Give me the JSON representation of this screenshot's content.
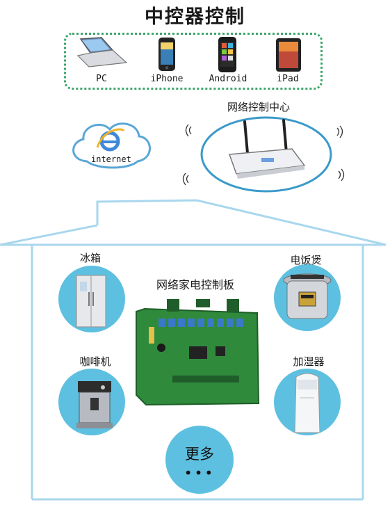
{
  "title": "中控器控制",
  "devices": [
    {
      "label": "PC",
      "icon": "laptop-icon"
    },
    {
      "label": "iPhone",
      "icon": "iphone-icon"
    },
    {
      "label": "Android",
      "icon": "android-phone-icon"
    },
    {
      "label": "iPad",
      "icon": "ipad-icon"
    }
  ],
  "network_center": {
    "label": "网络控制中心",
    "icon": "router-icon"
  },
  "internet": {
    "label": "internet",
    "icon": "internet-explorer-icon"
  },
  "board": {
    "label": "网络家电控制板",
    "icon": "circuit-board-icon"
  },
  "appliances": {
    "fridge": {
      "label": "冰箱",
      "icon": "fridge-icon"
    },
    "rice_cooker": {
      "label": "电饭煲",
      "icon": "pressure-cooker-icon"
    },
    "coffee": {
      "label": "咖啡机",
      "icon": "coffee-machine-icon"
    },
    "humidifier": {
      "label": "加湿器",
      "icon": "humidifier-icon"
    }
  },
  "more": {
    "label": "更多",
    "dots": "•••"
  },
  "colors": {
    "house_outline": "#a9d7ee",
    "circle_fill": "#5ec0e0",
    "dotted_border": "#3aa56a",
    "pcb_green": "#2f8a3c"
  }
}
